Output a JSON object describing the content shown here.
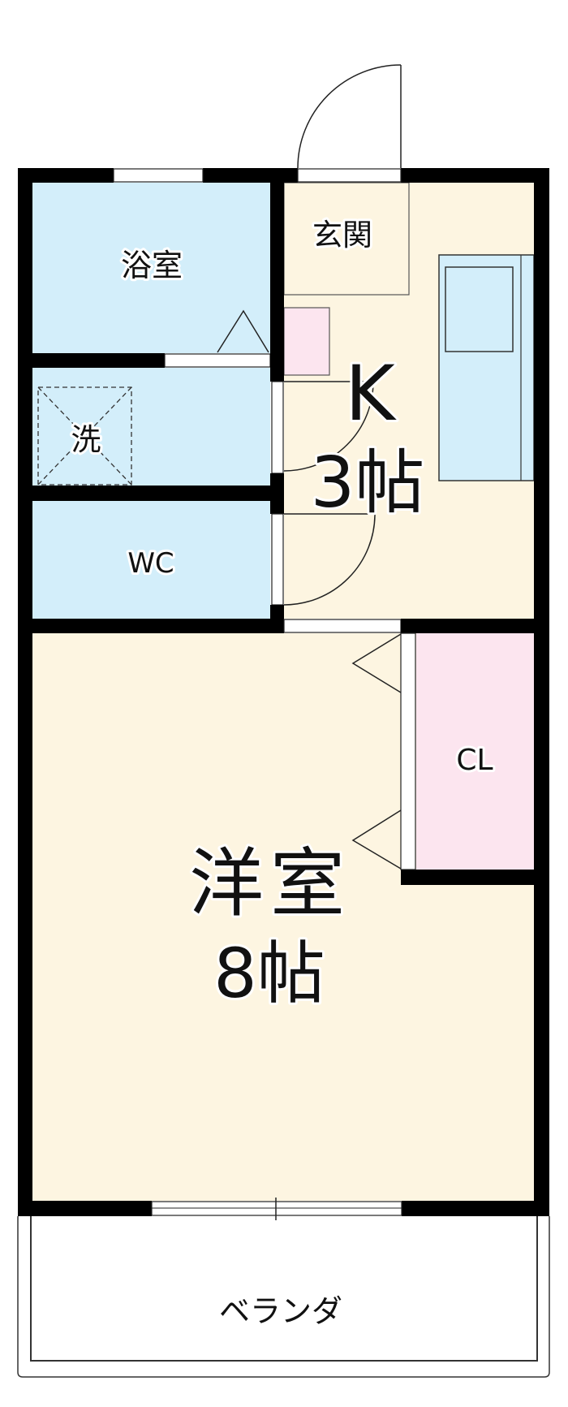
{
  "floor_plan": {
    "colors": {
      "wet_area": "#d3eefa",
      "living_area": "#fdf5e1",
      "storage": "#fce5ef",
      "wall": "#000000"
    },
    "rooms": {
      "bathroom": "浴室",
      "entrance": "玄関",
      "laundry": "洗",
      "toilet": "WC",
      "kitchen_name": "K",
      "kitchen_size": "3帖",
      "closet": "CL",
      "western_room_name": "洋室",
      "western_room_size": "8帖",
      "veranda": "ベランダ"
    }
  }
}
